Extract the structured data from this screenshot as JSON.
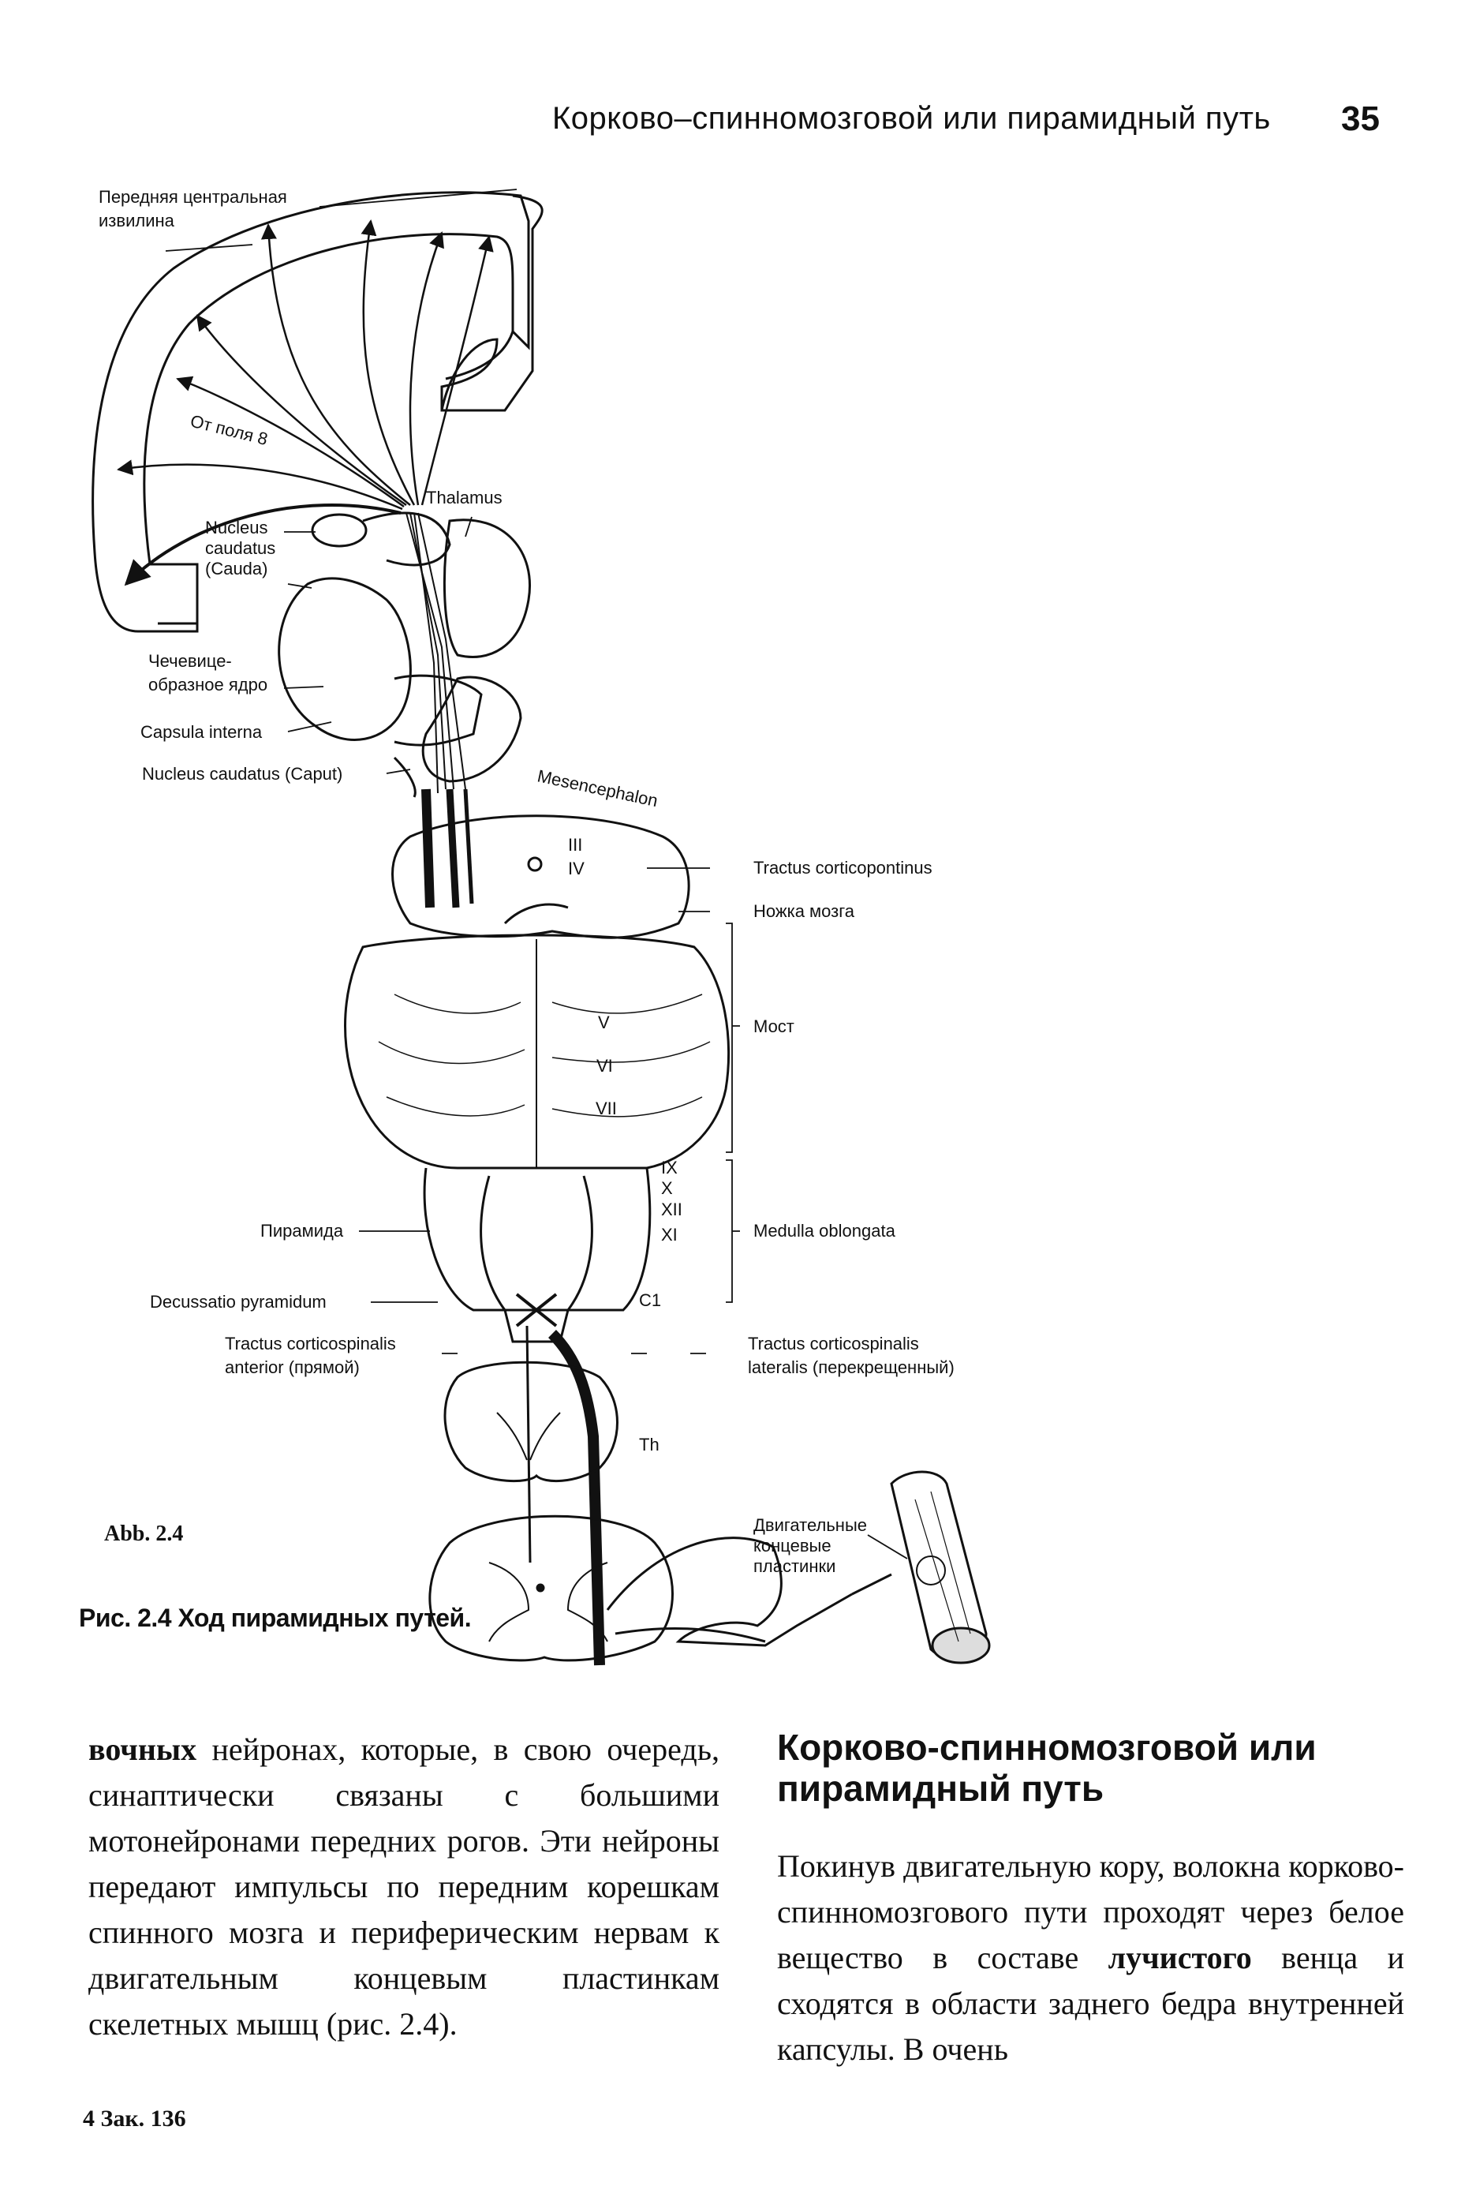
{
  "header": {
    "running_title": "Корково–спинномозговой или пирамидный путь",
    "page_number": "35"
  },
  "figure": {
    "tag": "Abb. 2.4",
    "caption": "Рис. 2.4 Ход пирамидных путей.",
    "labels": {
      "anterior_gyrus_1": "Передняя центральная",
      "anterior_gyrus_2": "извилина",
      "field8": "От поля 8",
      "thalamus": "Thalamus",
      "caudatus_cauda_1": "Nucleus",
      "caudatus_cauda_2": "caudatus",
      "caudatus_cauda_3": "(Cauda)",
      "lentiform_1": "Чечевице-",
      "lentiform_2": "образное ядро",
      "capsula": "Capsula interna",
      "caudatus_caput": "Nucleus caudatus (Caput)",
      "mesencephalon": "Mesencephalon",
      "corticopontinus": "Tractus corticopontinus",
      "peduncle": "Ножка мозга",
      "pons": "Мост",
      "medulla": "Medulla oblongata",
      "pyramid": "Пирамида",
      "decussatio": "Decussatio pyramidum",
      "anterior_tract_1": "Tractus corticospinalis",
      "anterior_tract_2": "anterior (прямой)",
      "lateral_tract_1": "Tractus corticospinalis",
      "lateral_tract_2": "lateralis (перекрещенный)",
      "motor_plates_1": "Двигательные",
      "motor_plates_2": "концевые",
      "motor_plates_3": "пластинки"
    },
    "nerve_numbers": {
      "n3": "III",
      "n4": "IV",
      "n5": "V",
      "n6": "VI",
      "n7": "VII",
      "n9": "IX",
      "n10": "X",
      "n12": "XII",
      "n11": "XI",
      "c1": "C1",
      "th": "Th"
    }
  },
  "body": {
    "left_lead": "вочных",
    "left_rest": " нейронах, которые, в свою очередь, синаптически связаны с большими мотонейронами передних рогов. Эти нейроны передают импульсы по передним корешкам спинного мозга и периферическим нервам к двигательным концевым пластинкам скелетных мышц (рис. 2.4).",
    "section_heading": "Корково-спинномозговой или пирамидный путь",
    "right_start": "Покинув двигательную кору, волокна корково-спинномозгового пути проходят через белое вещество в составе ",
    "right_bold": "лучистого",
    "right_end": " венца и сходятся в области заднего бедра внутренней капсулы. В очень"
  },
  "footer": {
    "signature": "4 Зак. 136"
  }
}
